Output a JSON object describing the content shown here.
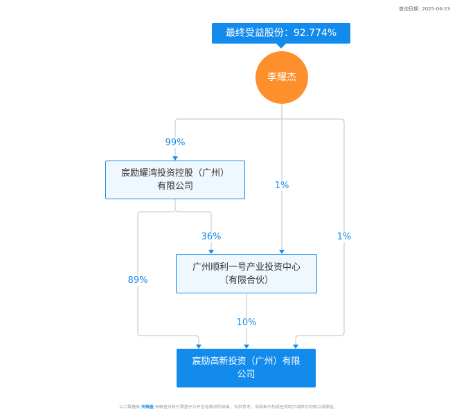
{
  "header": {
    "query_date_label": "查询日期:",
    "query_date": "2025-04-23"
  },
  "banner": {
    "text": "最终受益股份：92.774%"
  },
  "person": {
    "name": "李耀杰"
  },
  "companies": {
    "a": {
      "line1": "宸励耀湾投资控股（广州）",
      "line2": "有限公司"
    },
    "b": {
      "line1": "广州顺利一号产业投资中心",
      "line2": "（有限合伙）"
    },
    "target": {
      "line1": "宸励高新投资（广州）有限",
      "line2": "公司"
    }
  },
  "edges": {
    "person_to_a": "99%",
    "person_to_b": "1%",
    "person_to_target": "1%",
    "a_to_b": "36%",
    "a_to_target": "89%",
    "b_to_target": "10%"
  },
  "colors": {
    "accent": "#128bed",
    "person": "#fe8f2d",
    "edge": "#cccccc",
    "node_bg": "#f0f8ff"
  },
  "footer": {
    "prefix": "以上数据由",
    "logo_text": "天眼查",
    "suffix": "天眼查分析引擎基于公开信息推测的结果，仅供参考，该结果不构成任何明示或暗示的观点或保证。"
  }
}
